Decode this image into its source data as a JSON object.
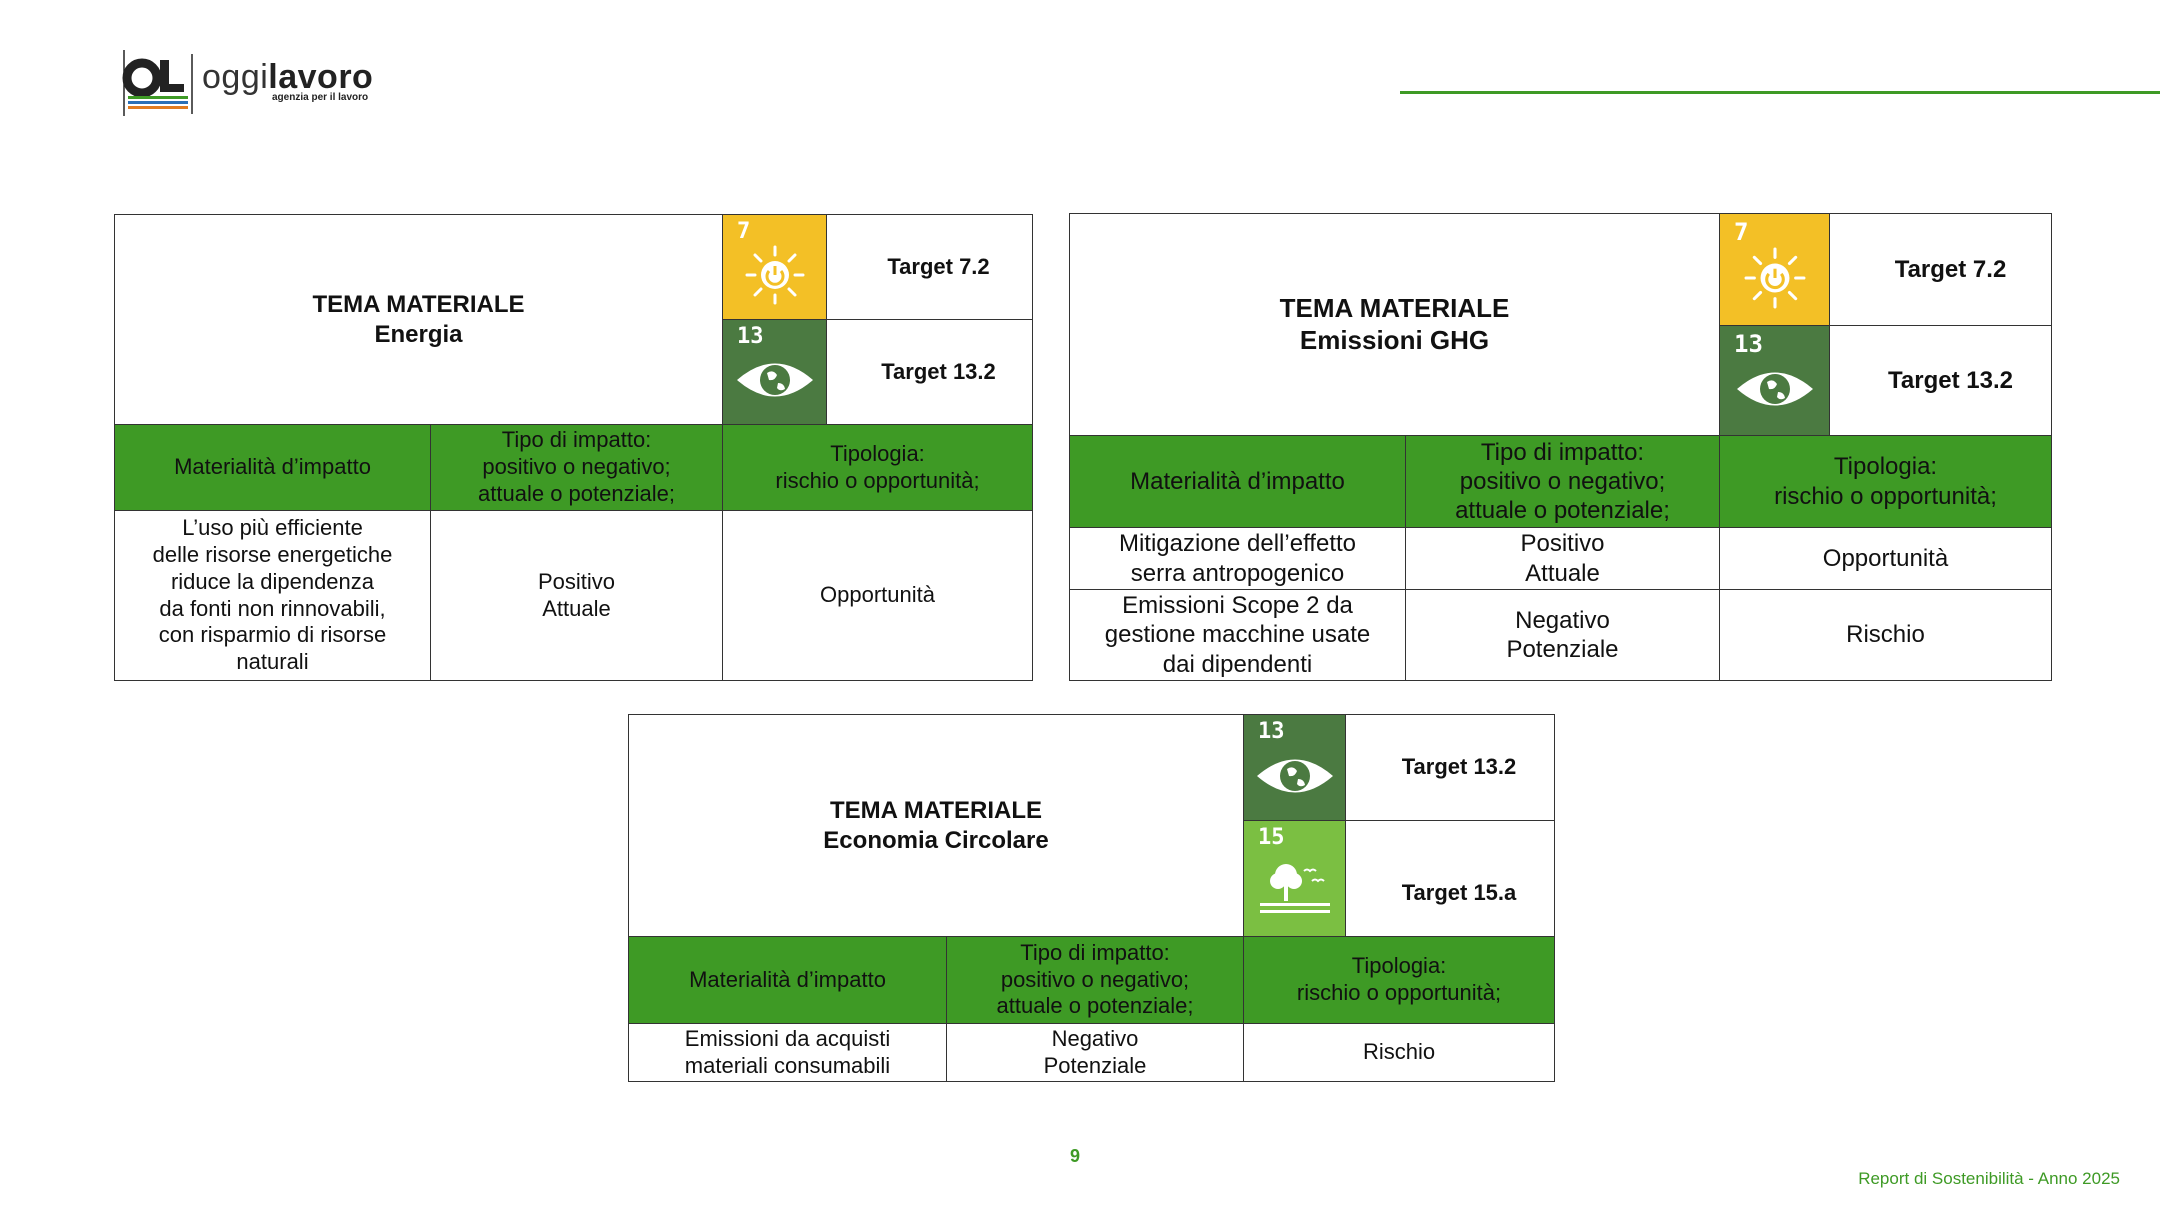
{
  "header": {
    "brand_prefix": "oggi",
    "brand_suffix": "lavoro",
    "brand_tagline": "agenzia per il lavoro",
    "accent_color": "#3e9a25"
  },
  "tables": [
    {
      "title": "TEMA MATERIALE",
      "subtitle": "Energia",
      "sdgs": [
        {
          "number": "7",
          "icon": "sun-power-icon",
          "color": "#f3c026",
          "target": "Target 7.2"
        },
        {
          "number": "13",
          "icon": "eye-globe-icon",
          "color": "#4b7a41",
          "target": "Target 13.2"
        }
      ],
      "columns": [
        "Materialità d’impatto",
        "Tipo di impatto:\npositivo o negativo;\nattuale o potenziale;",
        "Tipologia:\nrischio o opportunità;"
      ],
      "rows": [
        [
          "L’uso più efficiente\ndelle risorse energetiche\nriduce la dipendenza\nda fonti non rinnovabili,\ncon risparmio di risorse\nnaturali",
          "Positivo\nAttuale",
          "Opportunità"
        ]
      ]
    },
    {
      "title": "TEMA MATERIALE",
      "subtitle": "Emissioni GHG",
      "sdgs": [
        {
          "number": "7",
          "icon": "sun-power-icon",
          "color": "#f3c026",
          "target": "Target 7.2"
        },
        {
          "number": "13",
          "icon": "eye-globe-icon",
          "color": "#4b7a41",
          "target": "Target 13.2"
        }
      ],
      "columns": [
        "Materialità d’impatto",
        "Tipo di impatto:\npositivo o negativo;\nattuale o potenziale;",
        "Tipologia:\nrischio o opportunità;"
      ],
      "rows": [
        [
          "Mitigazione dell’effetto\nserra antropogenico",
          "Positivo\nAttuale",
          "Opportunità"
        ],
        [
          "Emissioni Scope 2 da\ngestione macchine usate\ndai dipendenti",
          "Negativo\nPotenziale",
          "Rischio"
        ]
      ]
    },
    {
      "title": "TEMA MATERIALE",
      "subtitle": "Economia Circolare",
      "sdgs": [
        {
          "number": "13",
          "icon": "eye-globe-icon",
          "color": "#4b7a41",
          "target": "Target 13.2"
        },
        {
          "number": "15",
          "icon": "tree-birds-icon",
          "color": "#7bbf42",
          "target": "Target 15.a"
        }
      ],
      "columns": [
        "Materialità d’impatto",
        "Tipo di impatto:\npositivo o negativo;\nattuale o potenziale;",
        "Tipologia:\nrischio o opportunità;"
      ],
      "rows": [
        [
          "Emissioni da acquisti\nmateriali consumabili",
          "Negativo\nPotenziale",
          "Rischio"
        ]
      ]
    }
  ],
  "footer": {
    "page_number": "9",
    "report_label": "Report di Sostenibilità - Anno 2025"
  }
}
